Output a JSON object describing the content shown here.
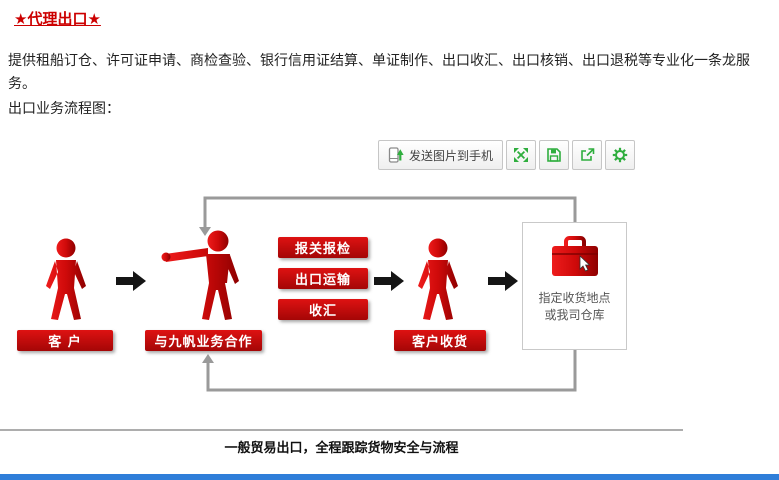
{
  "page": {
    "title": "★代理出口★",
    "intro": "提供租船订仓、许可证申请、商检查验、银行信用证结算、单证制作、出口收汇、出口核销、出口退税等专业化一条龙服务。",
    "flow_label": "出口业务流程图：",
    "caption": "一般贸易出口，全程跟踪货物安全与流程"
  },
  "toolbar": {
    "send_label": "发送图片到手机",
    "icon_buttons": [
      "expand-icon",
      "save-icon",
      "share-icon",
      "gear-icon"
    ]
  },
  "flowchart": {
    "nodes": [
      {
        "label": "客 户"
      },
      {
        "label": "与九帆业务合作"
      },
      {
        "label": "客户收货"
      }
    ],
    "steps": [
      "报关报检",
      "出口运输",
      "收汇"
    ],
    "destination": {
      "line1": "指定收货地点",
      "line2": "或我司仓库"
    }
  },
  "colors": {
    "accent_red": "#cc0000",
    "button_red_top": "#de1212",
    "button_red_bottom": "#a40606",
    "toolbar_green": "#2fae3e",
    "loop_gray": "#9a9a9a",
    "bottom_blue": "#2f7ed9"
  }
}
